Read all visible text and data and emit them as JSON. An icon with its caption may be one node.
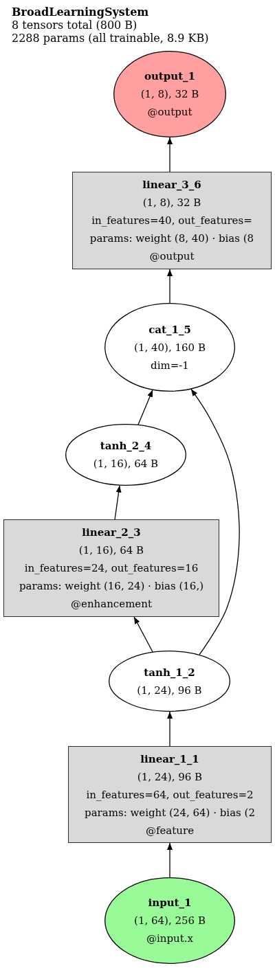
{
  "diagram": {
    "title": "BroadLearningSystem",
    "labels": [
      "8 tensors total (800 B)",
      "2288 params (all trainable, 8.9 KB)"
    ],
    "nodes": [
      {
        "text": [
          "output_1",
          "(1, 8), 32 B",
          "@output"
        ]
      },
      {
        "text": [
          "linear_3_6",
          "(1, 8), 32 B",
          "in_features=40, out_features=",
          "params: weight (8, 40) · bias (8",
          "@output"
        ]
      },
      {
        "text": [
          "cat_1_5",
          "(1, 40), 160 B",
          "dim=-1"
        ]
      },
      {
        "text": [
          "tanh_2_4",
          "(1, 16), 64 B"
        ]
      },
      {
        "text": [
          "linear_2_3",
          "(1, 16), 64 B",
          "in_features=24, out_features=16",
          "params: weight (16, 24) · bias (16,)",
          "@enhancement"
        ]
      },
      {
        "text": [
          "tanh_1_2",
          "(1, 24), 96 B"
        ]
      },
      {
        "text": [
          "linear_1_1",
          "(1, 24), 96 B",
          "in_features=64, out_features=2",
          "params: weight (24, 64) · bias (2",
          "@feature"
        ]
      },
      {
        "text": [
          "input_1",
          "(1, 64), 256 B",
          "@input.x"
        ]
      }
    ],
    "edges": [
      {
        "from": 1,
        "to": 0,
        "arrow": "to"
      },
      {
        "from": 2,
        "to": 1,
        "arrow": "to"
      },
      {
        "from": 3,
        "to": 2,
        "arrow": "to"
      },
      {
        "from": 5,
        "to": 2,
        "arrow": "to"
      },
      {
        "from": 4,
        "to": 3,
        "arrow": "to"
      },
      {
        "from": 5,
        "to": 4,
        "arrow": "to"
      },
      {
        "from": 6,
        "to": 5,
        "arrow": "to"
      },
      {
        "from": 7,
        "to": 6,
        "arrow": "to"
      }
    ]
  }
}
